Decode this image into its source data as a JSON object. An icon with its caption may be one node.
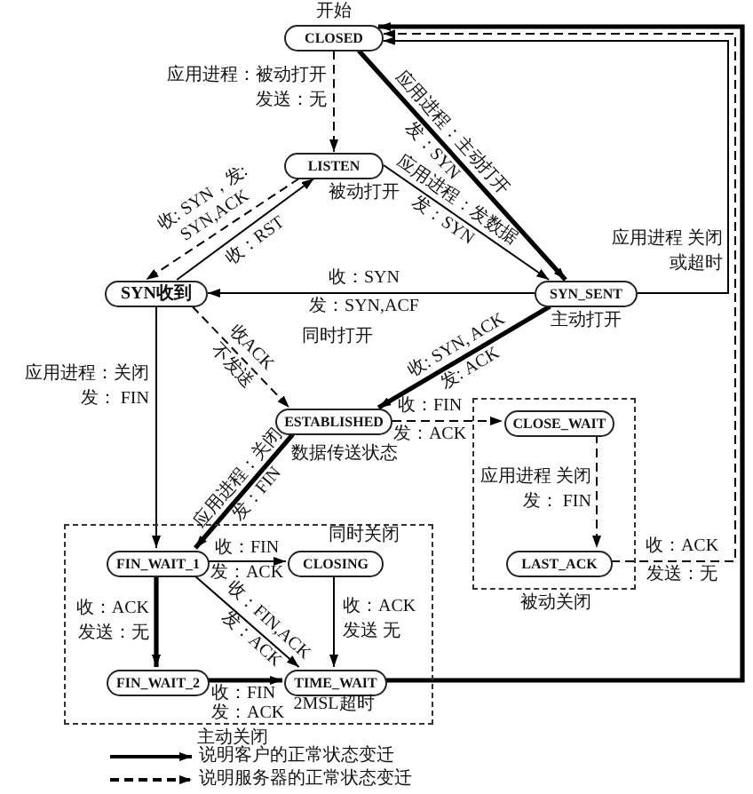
{
  "diagram": {
    "nodes": [
      {
        "text": [
          "CLOSED"
        ],
        "beside": [
          "开始"
        ]
      },
      {
        "text": [
          "LISTEN"
        ],
        "beside": [
          "被动打开"
        ]
      },
      {
        "text": [
          "SYN收到"
        ]
      },
      {
        "text": [
          "SYN_SENT"
        ],
        "beside": [
          "主动打开"
        ]
      },
      {
        "text": [
          "ESTABLISHED"
        ],
        "beside": [
          "数据传送状态"
        ]
      },
      {
        "text": [
          "被动关闭"
        ]
      },
      {
        "text": [
          "CLOSE_WAIT"
        ],
        "in": 5
      },
      {
        "text": [
          "LAST_ACK"
        ],
        "in": 5
      },
      {
        "text": [
          "主动关闭"
        ]
      },
      {
        "text": [
          "FIN_WAIT_1"
        ],
        "in": 8
      },
      {
        "text": [
          "CLOSING"
        ],
        "in": 8,
        "beside": [
          "同时关闭"
        ]
      },
      {
        "text": [
          "FIN_WAIT_2"
        ],
        "in": 8
      },
      {
        "text": [
          "TIME_WAIT"
        ],
        "in": 8,
        "beside": [
          "2MSL超时"
        ]
      }
    ],
    "edges": [
      {
        "from": 0,
        "to": 1,
        "arrow": "to",
        "style": "dashed",
        "label": "应用进程：被动打开发送：无"
      },
      {
        "from": 0,
        "to": 3,
        "arrow": "to",
        "style": "thick",
        "label": "应用进程：主动打开发：SYN"
      },
      {
        "from": 1,
        "to": 2,
        "arrow": "to",
        "style": "dashed",
        "label": "收: SYN，发: SYN,ACK"
      },
      {
        "from": 2,
        "to": 1,
        "arrow": "to",
        "label": "收：RST"
      },
      {
        "from": 1,
        "to": 3,
        "arrow": "to",
        "label": "应用进程：发数据发：SYN"
      },
      {
        "from": 3,
        "to": 2,
        "arrow": "to",
        "label": "收：SYN 发：SYN,ACF"
      },
      {
        "from": 2,
        "to": 4,
        "arrow": "to",
        "style": "dashed",
        "label": "收ACK 不发送"
      },
      {
        "from": 3,
        "to": 4,
        "arrow": "to",
        "style": "thick",
        "label": "收: SYN, ACK 发: ACK"
      },
      {
        "from": 3,
        "to": 0,
        "arrow": "to",
        "label": "应用进程 关闭或超时"
      },
      {
        "from": 4,
        "to": 6,
        "arrow": "to",
        "style": "dashed",
        "label": "收：FIN 发：ACK"
      },
      {
        "from": 6,
        "to": 7,
        "arrow": "to",
        "style": "dashed",
        "label": "应用进程 关闭发： FIN"
      },
      {
        "from": 7,
        "to": 0,
        "arrow": "to",
        "style": "dashed",
        "label": "收：ACK 发送：无"
      },
      {
        "from": 2,
        "to": 9,
        "arrow": "to",
        "label": "应用进程：关闭发： FIN"
      },
      {
        "from": 4,
        "to": 9,
        "arrow": "to",
        "style": "thick",
        "label": "应用进程：关闭发：FIN"
      },
      {
        "from": 9,
        "to": 10,
        "arrow": "to",
        "label": "收：FIN 发：ACK"
      },
      {
        "from": 9,
        "to": 11,
        "arrow": "to",
        "style": "thick",
        "label": "收：ACK 发送：无"
      },
      {
        "from": 9,
        "to": 12,
        "arrow": "to",
        "label": "收：FIN,ACK 发：ACK"
      },
      {
        "from": 10,
        "to": 12,
        "arrow": "to",
        "label": "收：ACK 发送 无"
      },
      {
        "from": 11,
        "to": 12,
        "arrow": "to",
        "style": "thick",
        "label": "收：FIN 发：ACK"
      },
      {
        "from": 12,
        "to": 0,
        "arrow": "to",
        "style": "thick"
      }
    ],
    "labels": [
      "同时打开"
    ],
    "legend": [
      {
        "text": "说明客户的正常状态变迁"
      },
      {
        "text": "说明服务器的正常状态变迁"
      }
    ]
  }
}
